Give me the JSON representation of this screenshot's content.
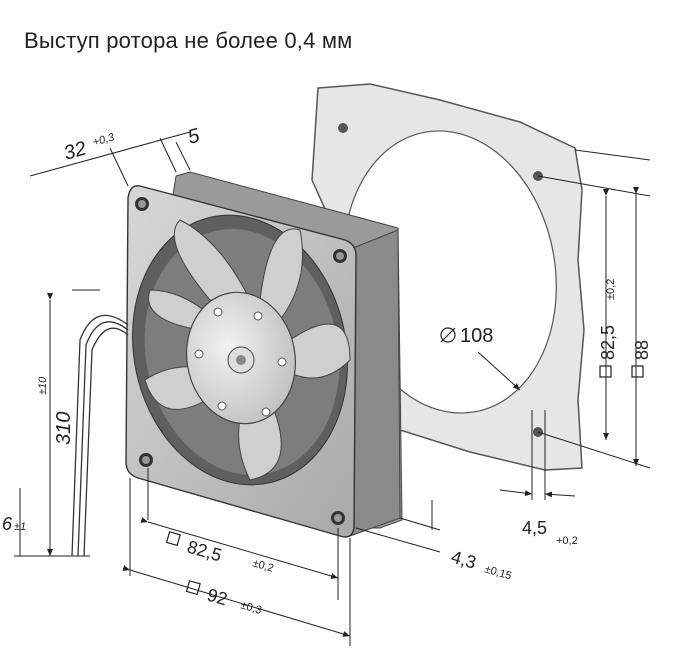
{
  "caption": "Выступ ротора не более 0,4 мм",
  "labels": {
    "depth": "32",
    "depth_tol": "+0,3",
    "flange": "5",
    "hole_dia": "108",
    "cable_length": "310",
    "cable_tol": "±10",
    "strip_len": "6",
    "strip_tol": "±1",
    "hole_pitch": "82,5",
    "hole_pitch_tol": "±0,2",
    "size": "92",
    "size_tol": "±0,3",
    "offset": "4,3",
    "offset_tol": "±0,15",
    "screw_hole": "4,5",
    "screw_hole_tol": "+0,2",
    "panel_pitch": "82,5",
    "panel_pitch_tol": "±0,2",
    "panel_size": "88"
  }
}
